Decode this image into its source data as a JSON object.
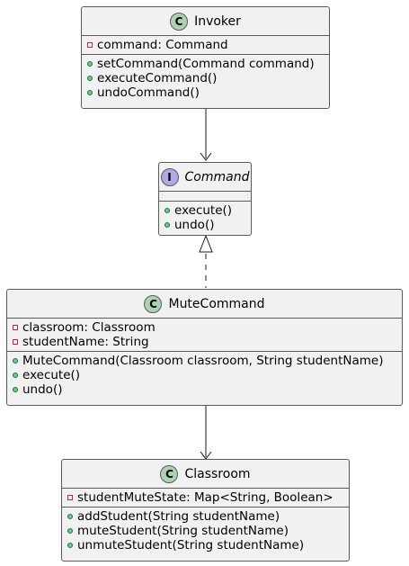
{
  "diagram": {
    "classes": {
      "invoker": {
        "stereotype": "C",
        "name": "Invoker",
        "fields": [
          {
            "visibility": "private",
            "text": "command: Command"
          }
        ],
        "methods": [
          {
            "visibility": "public",
            "text": "setCommand(Command command)"
          },
          {
            "visibility": "public",
            "text": "executeCommand()"
          },
          {
            "visibility": "public",
            "text": "undoCommand()"
          }
        ]
      },
      "command": {
        "stereotype": "I",
        "name": "Command",
        "fields": [],
        "methods": [
          {
            "visibility": "public",
            "text": "execute()"
          },
          {
            "visibility": "public",
            "text": "undo()"
          }
        ]
      },
      "mutecommand": {
        "stereotype": "C",
        "name": "MuteCommand",
        "fields": [
          {
            "visibility": "private",
            "text": "classroom: Classroom"
          },
          {
            "visibility": "private",
            "text": "studentName: String"
          }
        ],
        "methods": [
          {
            "visibility": "public",
            "text": "MuteCommand(Classroom classroom, String studentName)"
          },
          {
            "visibility": "public",
            "text": "execute()"
          },
          {
            "visibility": "public",
            "text": "undo()"
          }
        ]
      },
      "classroom": {
        "stereotype": "C",
        "name": "Classroom",
        "fields": [
          {
            "visibility": "private",
            "text": "studentMuteState: Map<String, Boolean>"
          }
        ],
        "methods": [
          {
            "visibility": "public",
            "text": "addStudent(String studentName)"
          },
          {
            "visibility": "public",
            "text": "muteStudent(String studentName)"
          },
          {
            "visibility": "public",
            "text": "unmuteStudent(String studentName)"
          }
        ]
      }
    },
    "relations": [
      {
        "from": "invoker",
        "to": "command",
        "kind": "association"
      },
      {
        "from": "mutecommand",
        "to": "command",
        "kind": "realization"
      },
      {
        "from": "mutecommand",
        "to": "classroom",
        "kind": "association"
      }
    ],
    "colors": {
      "class_fill": "#f1f1f1",
      "border": "#5a5a5a",
      "class_badge": "#add1b2",
      "interface_badge": "#b4a7e5",
      "public_fill": "#84be84",
      "public_stroke": "#038048",
      "private_stroke": "#c82930"
    }
  }
}
